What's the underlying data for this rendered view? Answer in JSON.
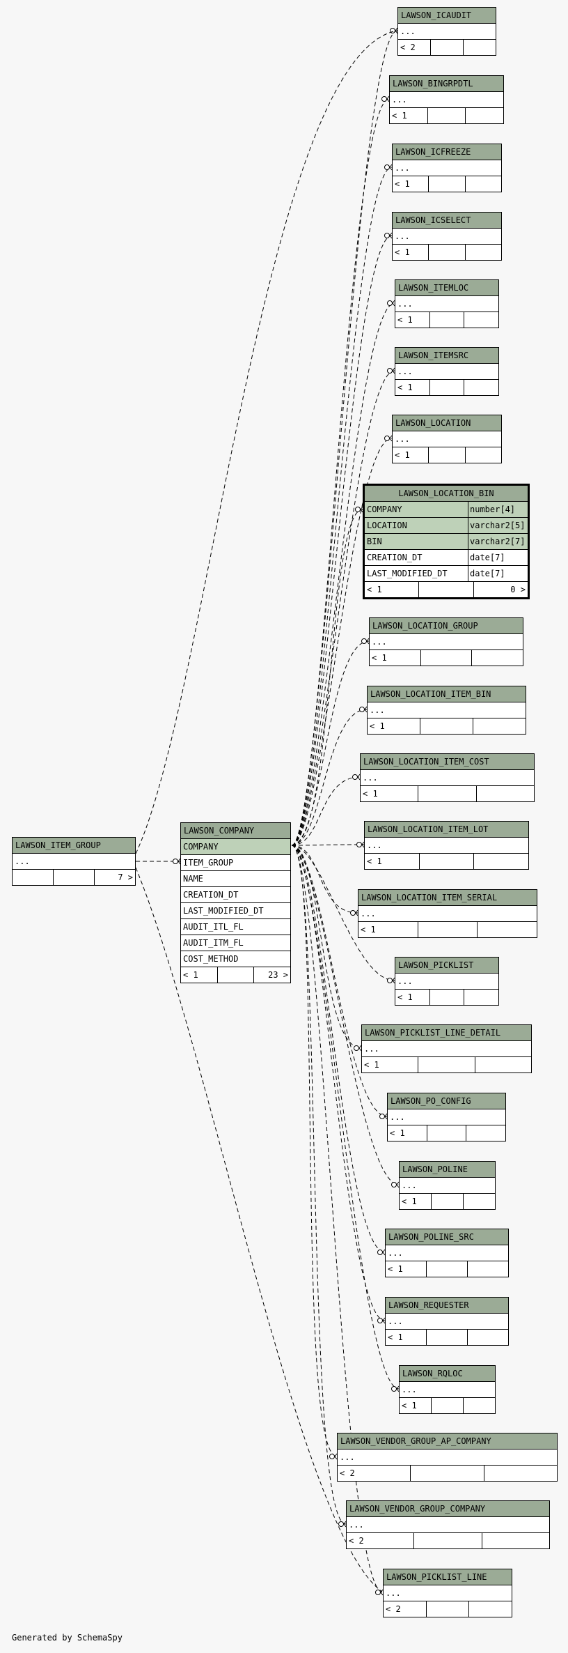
{
  "main_table": {
    "name": "LAWSON_COMPANY",
    "columns": [
      "COMPANY",
      "ITEM_GROUP",
      "NAME",
      "CREATION_DT",
      "LAST_MODIFIED_DT",
      "AUDIT_ITL_FL",
      "AUDIT_ITM_FL",
      "COST_METHOD"
    ],
    "parents": "< 1",
    "children": "23 >"
  },
  "item_group": {
    "name": "LAWSON_ITEM_GROUP",
    "ellipsis": "...",
    "children": "7 >"
  },
  "location_bin": {
    "name": "LAWSON_LOCATION_BIN",
    "columns": [
      {
        "name": "COMPANY",
        "type": "number[4]"
      },
      {
        "name": "LOCATION",
        "type": "varchar2[5]"
      },
      {
        "name": "BIN",
        "type": "varchar2[7]"
      },
      {
        "name": "CREATION_DT",
        "type": "date[7]"
      },
      {
        "name": "LAST_MODIFIED_DT",
        "type": "date[7]"
      }
    ],
    "parents": "< 1",
    "children": "0 >"
  },
  "child_tables": [
    {
      "name": "LAWSON_ICAUDIT",
      "ellipsis": "...",
      "parents": "< 2"
    },
    {
      "name": "LAWSON_BINGRPDTL",
      "ellipsis": "...",
      "parents": "< 1"
    },
    {
      "name": "LAWSON_ICFREEZE",
      "ellipsis": "...",
      "parents": "< 1"
    },
    {
      "name": "LAWSON_ICSELECT",
      "ellipsis": "...",
      "parents": "< 1"
    },
    {
      "name": "LAWSON_ITEMLOC",
      "ellipsis": "...",
      "parents": "< 1"
    },
    {
      "name": "LAWSON_ITEMSRC",
      "ellipsis": "...",
      "parents": "< 1"
    },
    {
      "name": "LAWSON_LOCATION",
      "ellipsis": "...",
      "parents": "< 1"
    },
    {
      "name": "LAWSON_LOCATION_GROUP",
      "ellipsis": "...",
      "parents": "< 1"
    },
    {
      "name": "LAWSON_LOCATION_ITEM_BIN",
      "ellipsis": "...",
      "parents": "< 1"
    },
    {
      "name": "LAWSON_LOCATION_ITEM_COST",
      "ellipsis": "...",
      "parents": "< 1"
    },
    {
      "name": "LAWSON_LOCATION_ITEM_LOT",
      "ellipsis": "...",
      "parents": "< 1"
    },
    {
      "name": "LAWSON_LOCATION_ITEM_SERIAL",
      "ellipsis": "...",
      "parents": "< 1"
    },
    {
      "name": "LAWSON_PICKLIST",
      "ellipsis": "...",
      "parents": "< 1"
    },
    {
      "name": "LAWSON_PICKLIST_LINE_DETAIL",
      "ellipsis": "...",
      "parents": "< 1"
    },
    {
      "name": "LAWSON_PO_CONFIG",
      "ellipsis": "...",
      "parents": "< 1"
    },
    {
      "name": "LAWSON_POLINE",
      "ellipsis": "...",
      "parents": "< 1"
    },
    {
      "name": "LAWSON_POLINE_SRC",
      "ellipsis": "...",
      "parents": "< 1"
    },
    {
      "name": "LAWSON_REQUESTER",
      "ellipsis": "...",
      "parents": "< 1"
    },
    {
      "name": "LAWSON_RQLOC",
      "ellipsis": "...",
      "parents": "< 1"
    },
    {
      "name": "LAWSON_VENDOR_GROUP_AP_COMPANY",
      "ellipsis": "...",
      "parents": "< 2"
    },
    {
      "name": "LAWSON_VENDOR_GROUP_COMPANY",
      "ellipsis": "...",
      "parents": "< 2"
    },
    {
      "name": "LAWSON_PICKLIST_LINE",
      "ellipsis": "...",
      "parents": "< 2"
    }
  ],
  "footer_text": "Generated by SchemaSpy",
  "colors": {
    "header": "#9bab96",
    "key_row": "#bed1b8",
    "background": "#f7f7f7"
  }
}
